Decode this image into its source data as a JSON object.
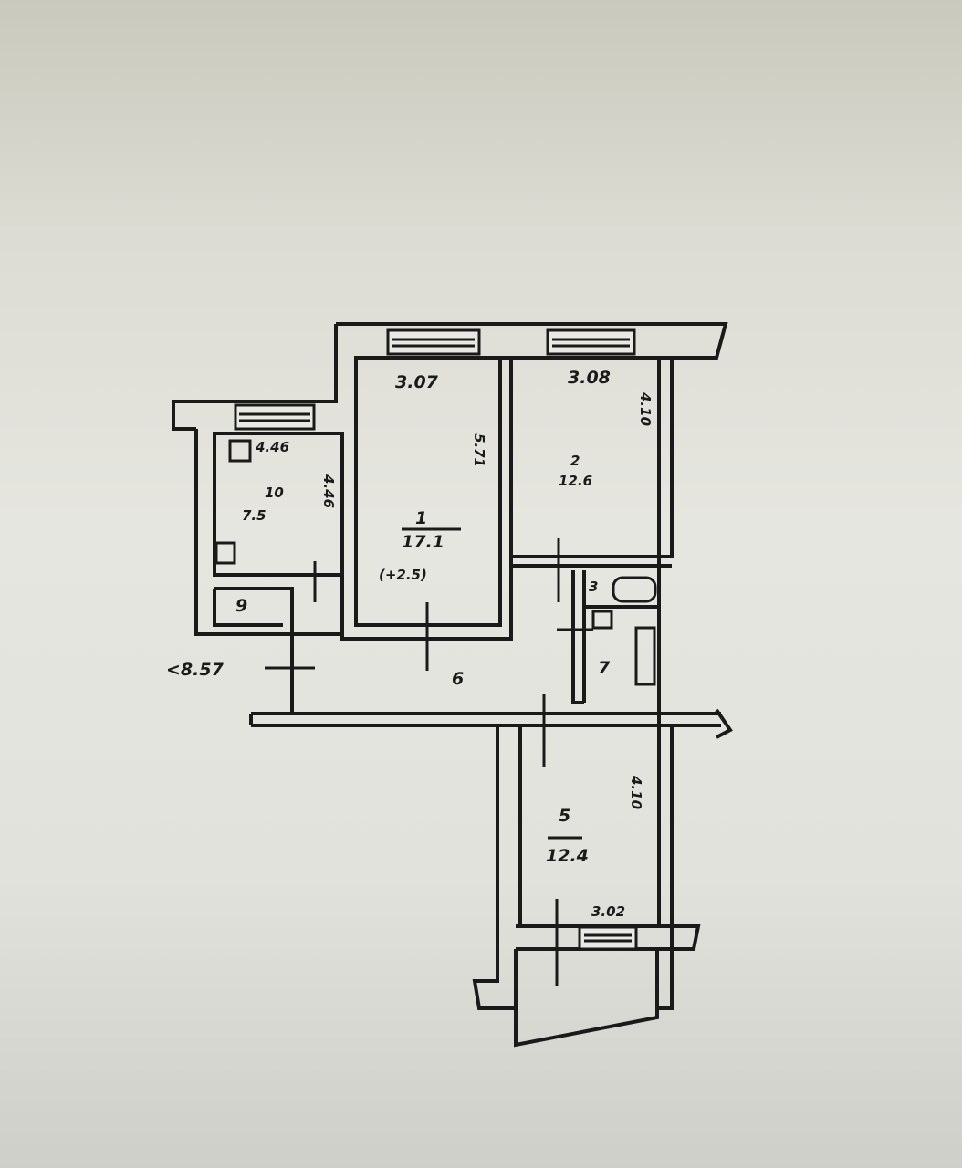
{
  "plan": {
    "rooms": [
      {
        "number": "10",
        "area": "7.5"
      },
      {
        "number": "1",
        "area": "17.1"
      },
      {
        "number": "2",
        "area": "12.6"
      },
      {
        "number": "5",
        "area": "12.4"
      }
    ],
    "other_numbers": {
      "corridor_left": "9",
      "hall": "6",
      "bath": "3",
      "toilet": "7"
    },
    "dimensions": {
      "room1_width": "3.07",
      "room2_width": "3.08",
      "kitchen_width": "4.46",
      "room1_length": "5.71",
      "room2_length": "4.10",
      "room5_length": "4.10",
      "room5_width": "3.02",
      "level_mark": "<8.57",
      "note": "(+2.5)"
    }
  }
}
